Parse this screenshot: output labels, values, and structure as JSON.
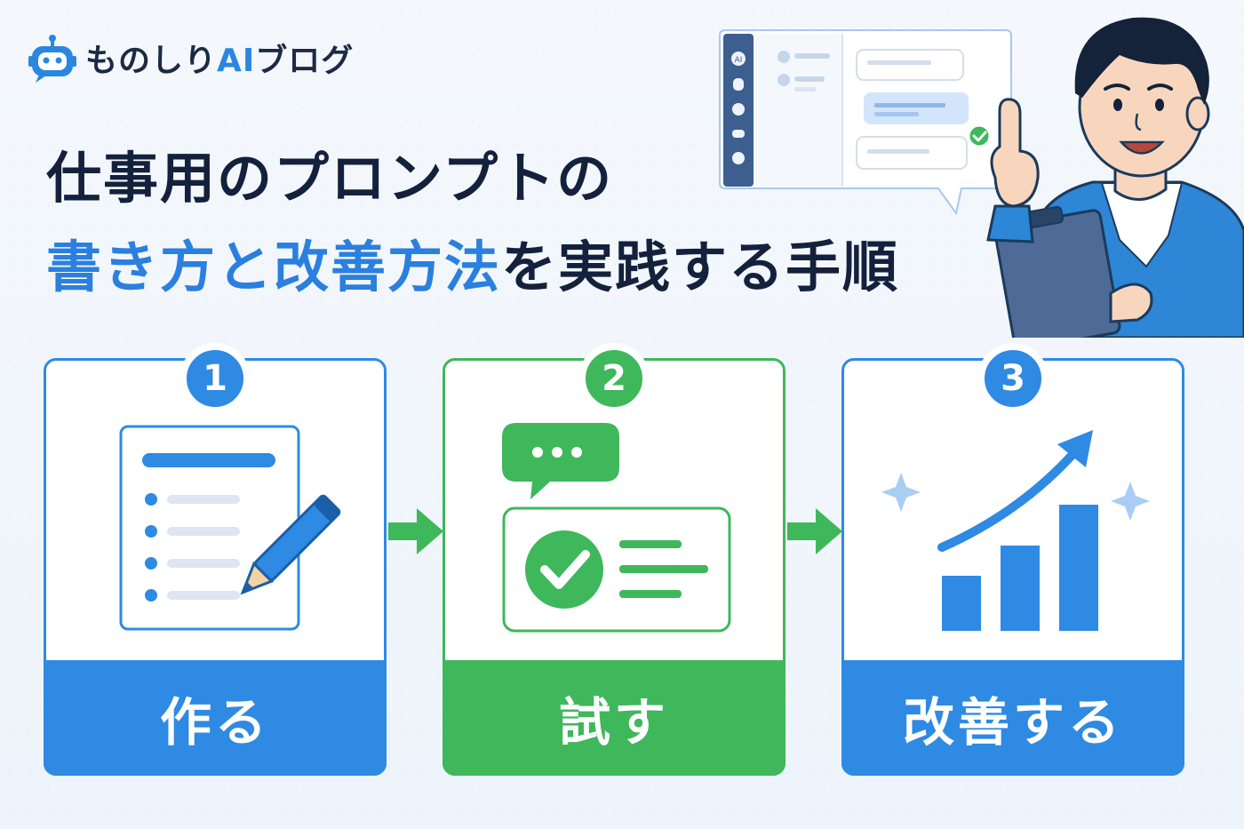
{
  "brand": {
    "name_prefix": "ものしり",
    "name_ai": "AI",
    "name_suffix": "ブログ"
  },
  "title": {
    "line1": "仕事用のプロンプトの",
    "line2_blue": "書き方と改善方法",
    "line2_dark": "を実践する手順"
  },
  "steps": [
    {
      "number": "1",
      "label": "作る",
      "color": "#2e8ae3"
    },
    {
      "number": "2",
      "label": "試す",
      "color": "#3fb75b"
    },
    {
      "number": "3",
      "label": "改善する",
      "color": "#2e8ae3"
    }
  ],
  "chat_panel": {
    "sidebar_badge": "AI"
  },
  "icons": [
    "robot-icon",
    "document-pencil-icon",
    "chat-check-icon",
    "growth-chart-icon",
    "arrow-right-icon",
    "check-icon"
  ]
}
